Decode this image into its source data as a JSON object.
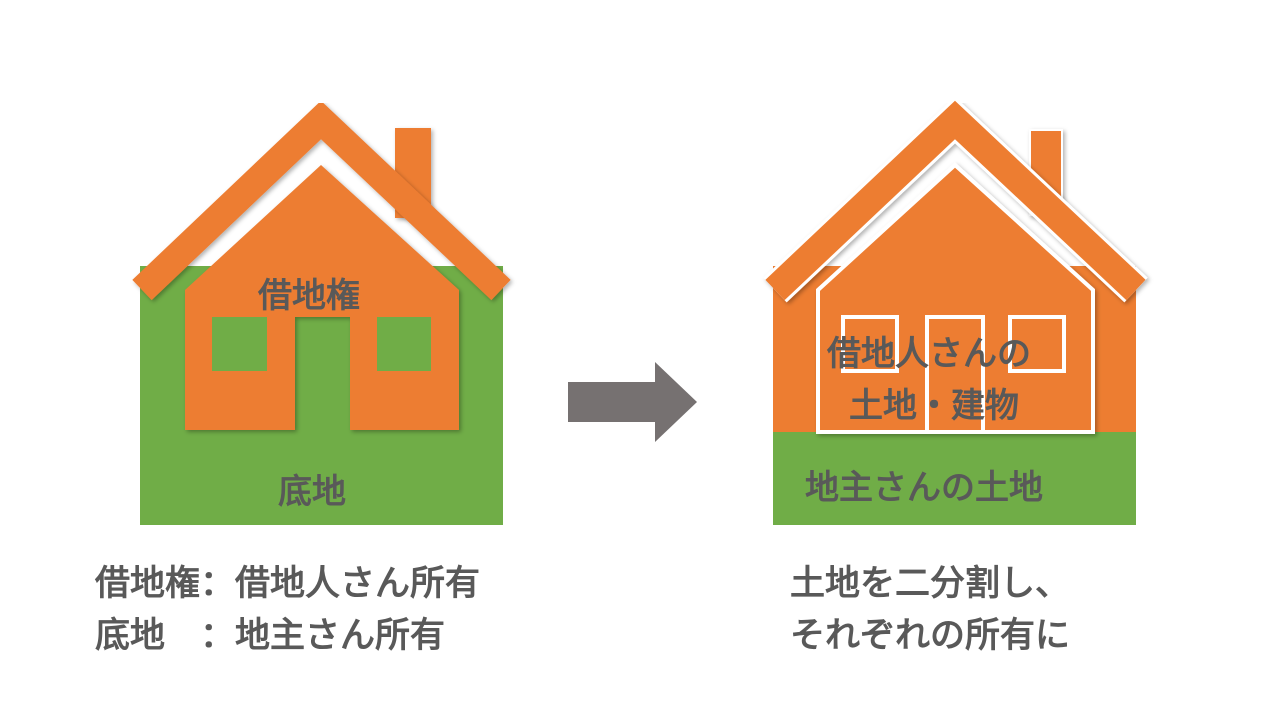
{
  "colors": {
    "orange": "#ED7D31",
    "green": "#70AD47",
    "text": "#595959",
    "arrow": "#767171"
  },
  "left": {
    "house_label": "借地権",
    "land_label": "底地",
    "caption": [
      "借地権：借地人さん所有",
      "底地　：地主さん所有"
    ]
  },
  "right": {
    "house_label": [
      "借地人さんの",
      "土地・建物"
    ],
    "land_label": "地主さんの土地",
    "caption": [
      "土地を二分割し、",
      "それぞれの所有に"
    ]
  }
}
